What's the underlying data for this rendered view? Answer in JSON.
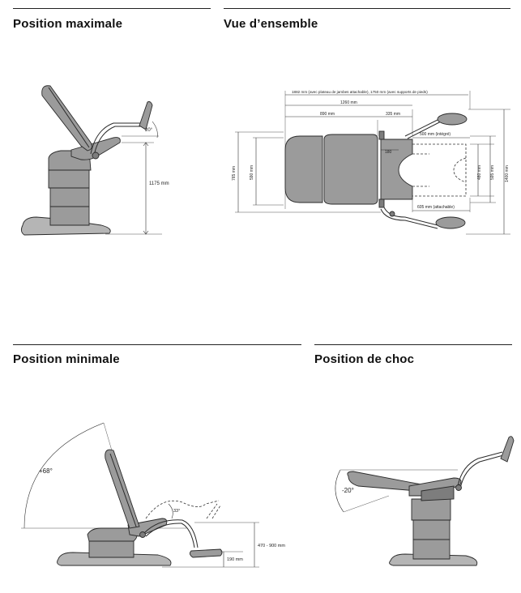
{
  "panels": {
    "max": {
      "title": "Position maximale",
      "angle_label": "20°",
      "height_label": "1175 mm"
    },
    "overview": {
      "title": "Vue d’ensemble",
      "total_label": "1882 mm (avec plateau de jambes attachable), 1750 mm (avec supports de pieds)",
      "dim_1260": "1260 mm",
      "dim_890": "890 mm",
      "dim_335": "335 mm",
      "dim_500": "500 mm (intégré)",
      "dim_180": "180",
      "dim_605": "605 mm (attachable)",
      "dim_765": "765 mm",
      "dim_590": "590 mm",
      "dim_480": "480 mm",
      "dim_595": "595 mm",
      "dim_1400": "1400 mm"
    },
    "min": {
      "title": "Position minimale",
      "angle_back": "+68°",
      "angle_leg": "33°",
      "height_range": "470 - 900 mm",
      "height_leg": "190 mm"
    },
    "shock": {
      "title": "Position de choc",
      "angle_label": "-20°"
    }
  },
  "colors": {
    "chair_fill": "#9b9b9b",
    "chair_stroke": "#2a2a2a",
    "rule": "#222222"
  }
}
